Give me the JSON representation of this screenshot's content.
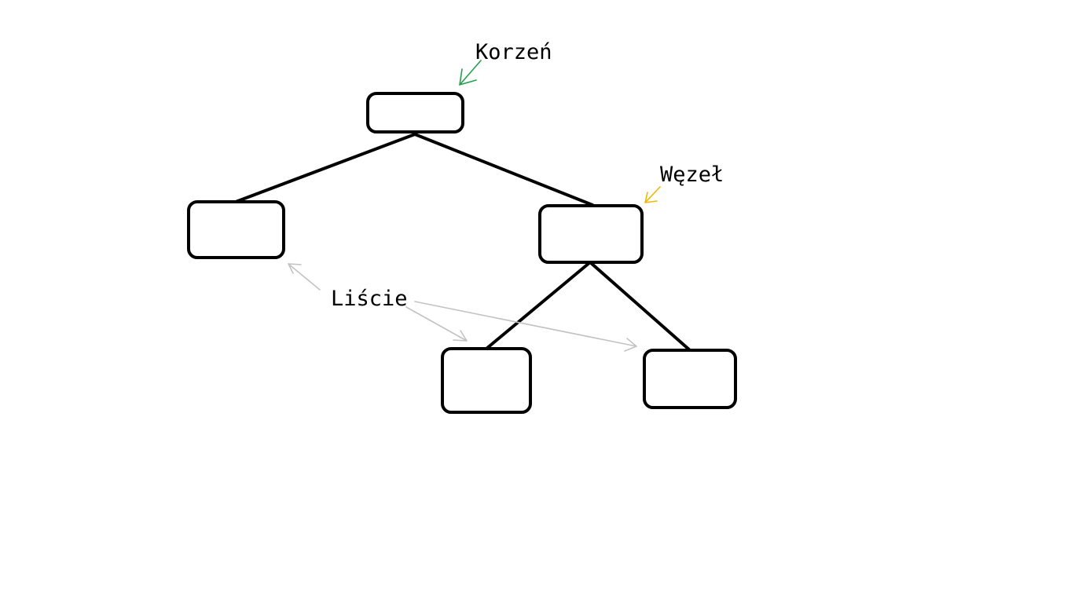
{
  "labels": {
    "root": "Korzeń",
    "node": "Węzeł",
    "leaves": "Liście"
  },
  "colors": {
    "root_arrow": "#22a04b",
    "node_arrow": "#f2b705",
    "leaves_arrow": "#c3c3c3",
    "outline": "#000000"
  }
}
